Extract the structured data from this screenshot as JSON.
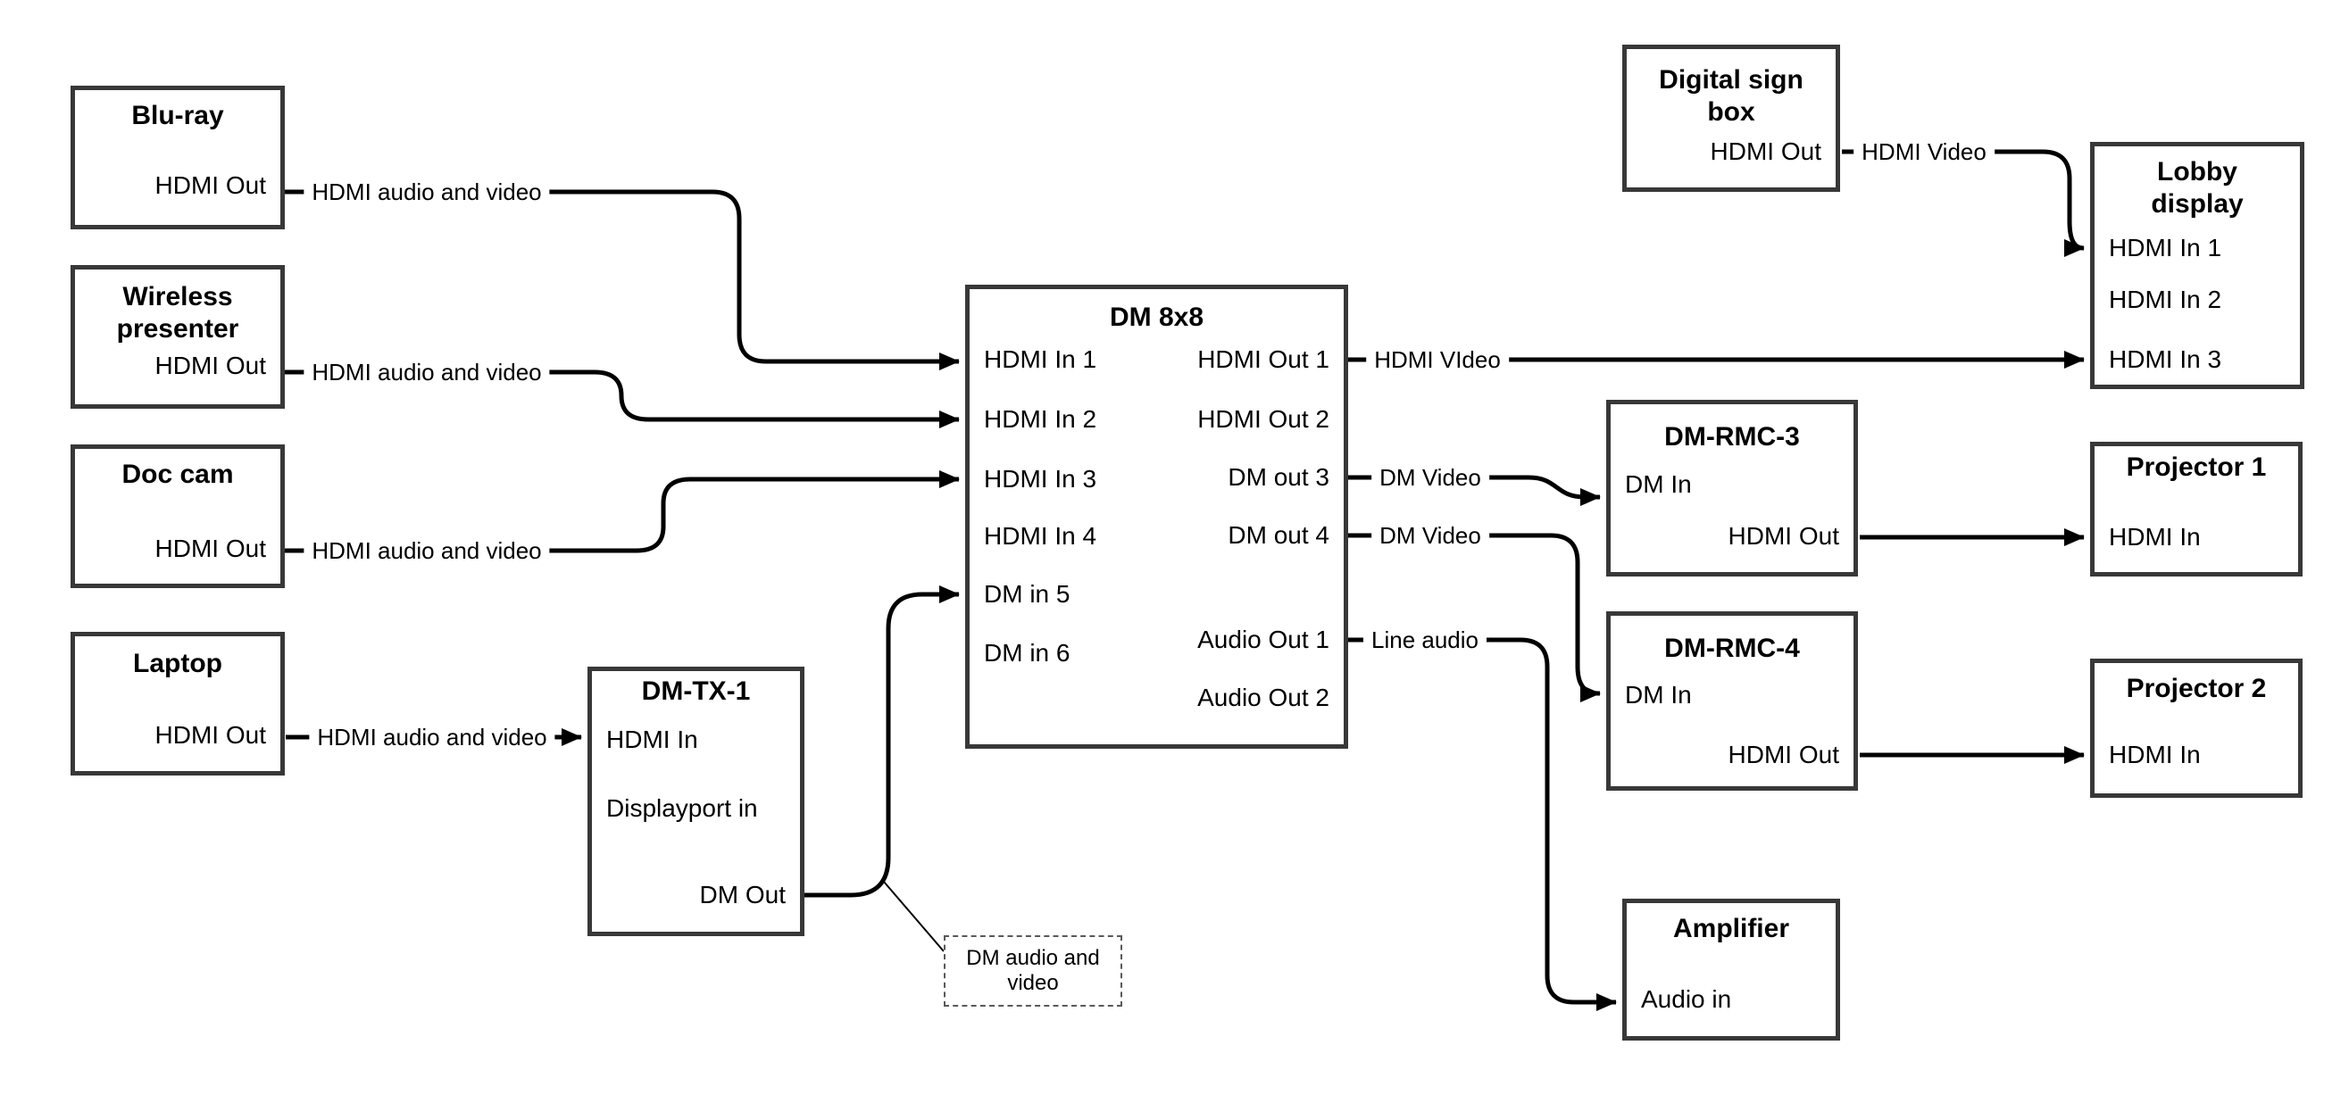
{
  "boxes": {
    "bluray": {
      "title": "Blu-ray",
      "ports": {
        "out": "HDMI Out"
      }
    },
    "wireless": {
      "title": "Wireless presenter",
      "ports": {
        "out": "HDMI Out"
      }
    },
    "doccam": {
      "title": "Doc cam",
      "ports": {
        "out": "HDMI Out"
      }
    },
    "laptop": {
      "title": "Laptop",
      "ports": {
        "out": "HDMI Out"
      }
    },
    "dmtx1": {
      "title": "DM-TX-1",
      "ports": {
        "hdmi_in": "HDMI In",
        "dp_in": "Displayport in",
        "dm_out": "DM Out"
      }
    },
    "dm8x8": {
      "title": "DM 8x8",
      "ports": {
        "in1": "HDMI In 1",
        "in2": "HDMI In 2",
        "in3": "HDMI In 3",
        "in4": "HDMI In 4",
        "in5": "DM in 5",
        "in6": "DM in 6",
        "out1": "HDMI Out 1",
        "out2": "HDMI Out 2",
        "out3": "DM out 3",
        "out4": "DM out 4",
        "aout1": "Audio Out 1",
        "aout2": "Audio Out 2"
      }
    },
    "signbox": {
      "title": "Digital sign box",
      "ports": {
        "out": "HDMI Out"
      }
    },
    "lobby": {
      "title": "Lobby display",
      "ports": {
        "in1": "HDMI In 1",
        "in2": "HDMI In 2",
        "in3": "HDMI In 3"
      }
    },
    "rmc3": {
      "title": "DM-RMC-3",
      "ports": {
        "dm_in": "DM In",
        "hdmi_out": "HDMI Out"
      }
    },
    "proj1": {
      "title": "Projector 1",
      "ports": {
        "in": "HDMI In"
      }
    },
    "rmc4": {
      "title": "DM-RMC-4",
      "ports": {
        "dm_in": "DM In",
        "hdmi_out": "HDMI Out"
      }
    },
    "proj2": {
      "title": "Projector 2",
      "ports": {
        "in": "HDMI In"
      }
    },
    "amp": {
      "title": "Amplifier",
      "ports": {
        "in": "Audio in"
      }
    }
  },
  "wire_labels": {
    "bluray_wire": "HDMI audio and video",
    "wireless_wire": "HDMI audio and video",
    "doccam_wire": "HDMI audio and video",
    "laptop_wire": "HDMI audio and video",
    "hdmi_out1_wire": "HDMI VIdeo",
    "dm_out3_wire": "DM Video",
    "dm_out4_wire": "DM Video",
    "audio_out1_wire": "Line audio",
    "signbox_wire": "HDMI Video"
  },
  "annotation": {
    "label": "DM audio and video"
  },
  "colors": {
    "background": "#ffffff",
    "box_border": "#383838",
    "wire": "#000000",
    "text": "#000000"
  }
}
